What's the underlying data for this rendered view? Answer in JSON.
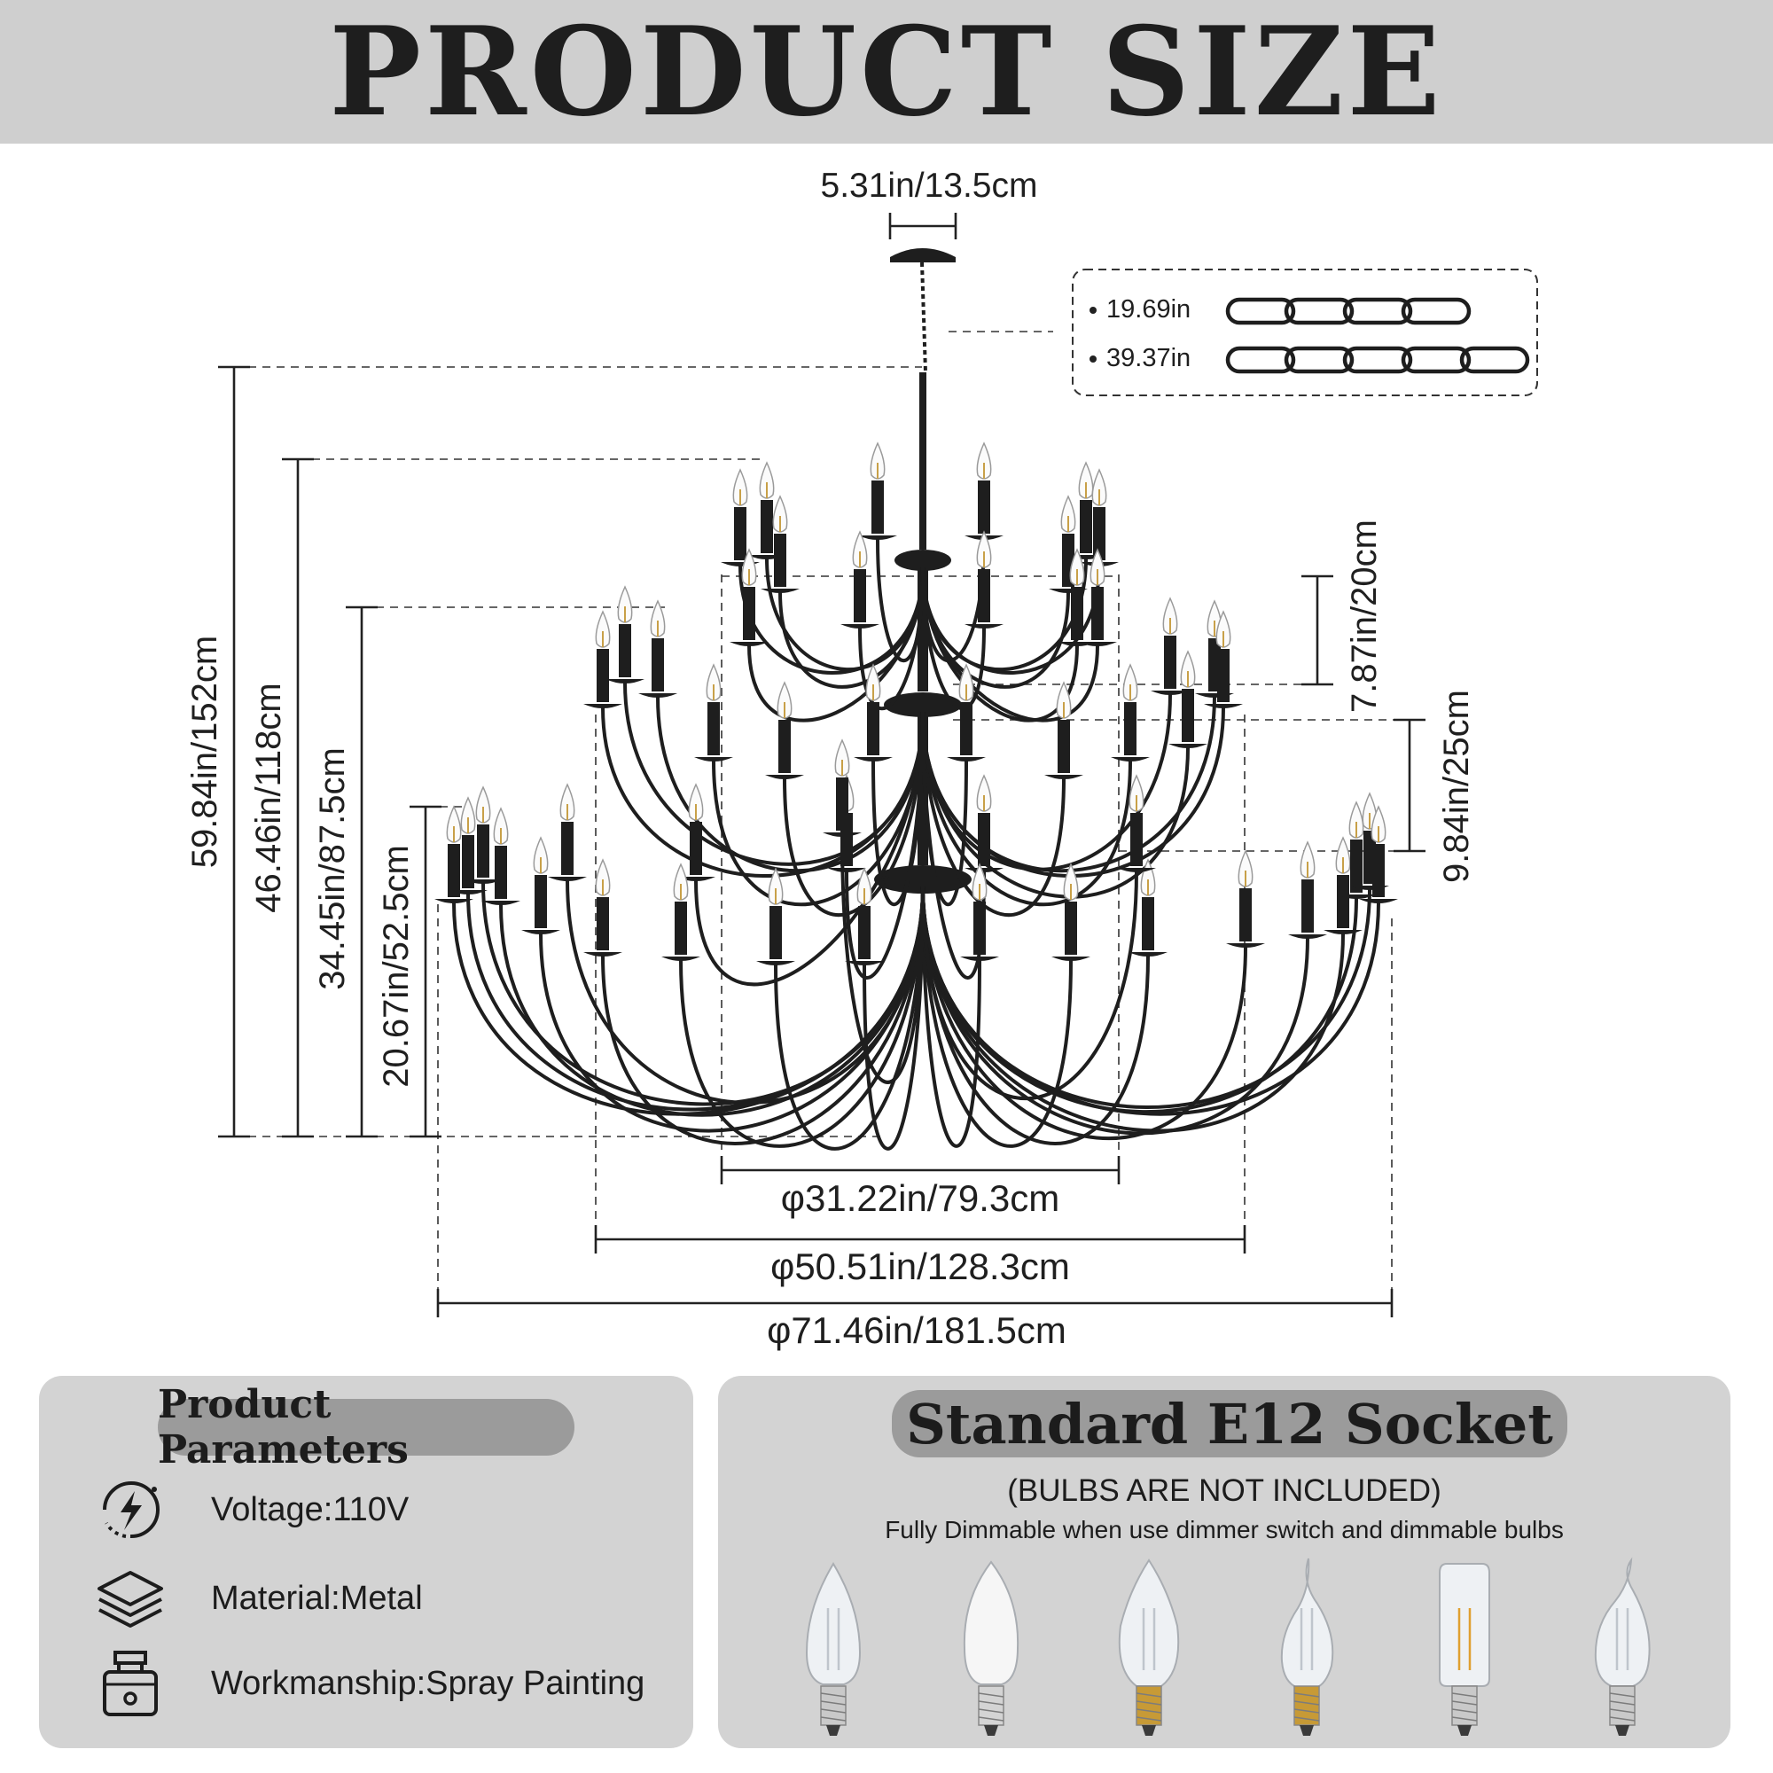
{
  "header": {
    "title": "PRODUCT SIZE"
  },
  "dimensions": {
    "canopy_width": "5.31in/13.5cm",
    "total_height": "59.84in/152cm",
    "height_tier_2": "46.46in/118cm",
    "height_tier_3": "34.45in/87.5cm",
    "height_bottom": "20.67in/52.5cm",
    "tier_gap_top": "7.87in/20cm",
    "tier_gap_middle": "9.84in/25cm",
    "diameter_top": "φ31.22in/79.3cm",
    "diameter_middle": "φ50.51in/128.3cm",
    "diameter_bottom": "φ71.46in/181.5cm"
  },
  "chains": [
    {
      "label": "19.69in",
      "links": 4
    },
    {
      "label": "39.37in",
      "links": 5
    }
  ],
  "parameters": {
    "title": "Product Parameters",
    "items": [
      {
        "icon": "lightning-icon",
        "text": "Voltage:110V"
      },
      {
        "icon": "layers-icon",
        "text": "Material:Metal"
      },
      {
        "icon": "spray-bottle-icon",
        "text": "Workmanship:Spray Painting"
      }
    ]
  },
  "socket": {
    "title": "Standard E12 Socket",
    "note": "(BULBS ARE NOT INCLUDED)",
    "dimmable": "Fully Dimmable when use dimmer switch and dimmable bulbs",
    "bulbs": [
      {
        "name": "candle-filament-bulb-icon",
        "base_color": "#c9c9c9"
      },
      {
        "name": "frosted-candle-bulb-icon",
        "base_color": "#d4d4d4"
      },
      {
        "name": "clear-torpedo-bulb-icon",
        "base_color": "#c79a36"
      },
      {
        "name": "flame-tip-bulb-icon",
        "base_color": "#c79a36"
      },
      {
        "name": "tubular-amber-bulb-icon",
        "base_color": "#c9c9c9"
      },
      {
        "name": "bent-tip-filament-bulb-icon",
        "base_color": "#c9c9c9"
      }
    ]
  },
  "colors": {
    "header_bg": "#cfcfcf",
    "panel_bg": "#d3d3d3",
    "pill_bg": "#9b9b9b",
    "iron": "#1e1e1e"
  }
}
